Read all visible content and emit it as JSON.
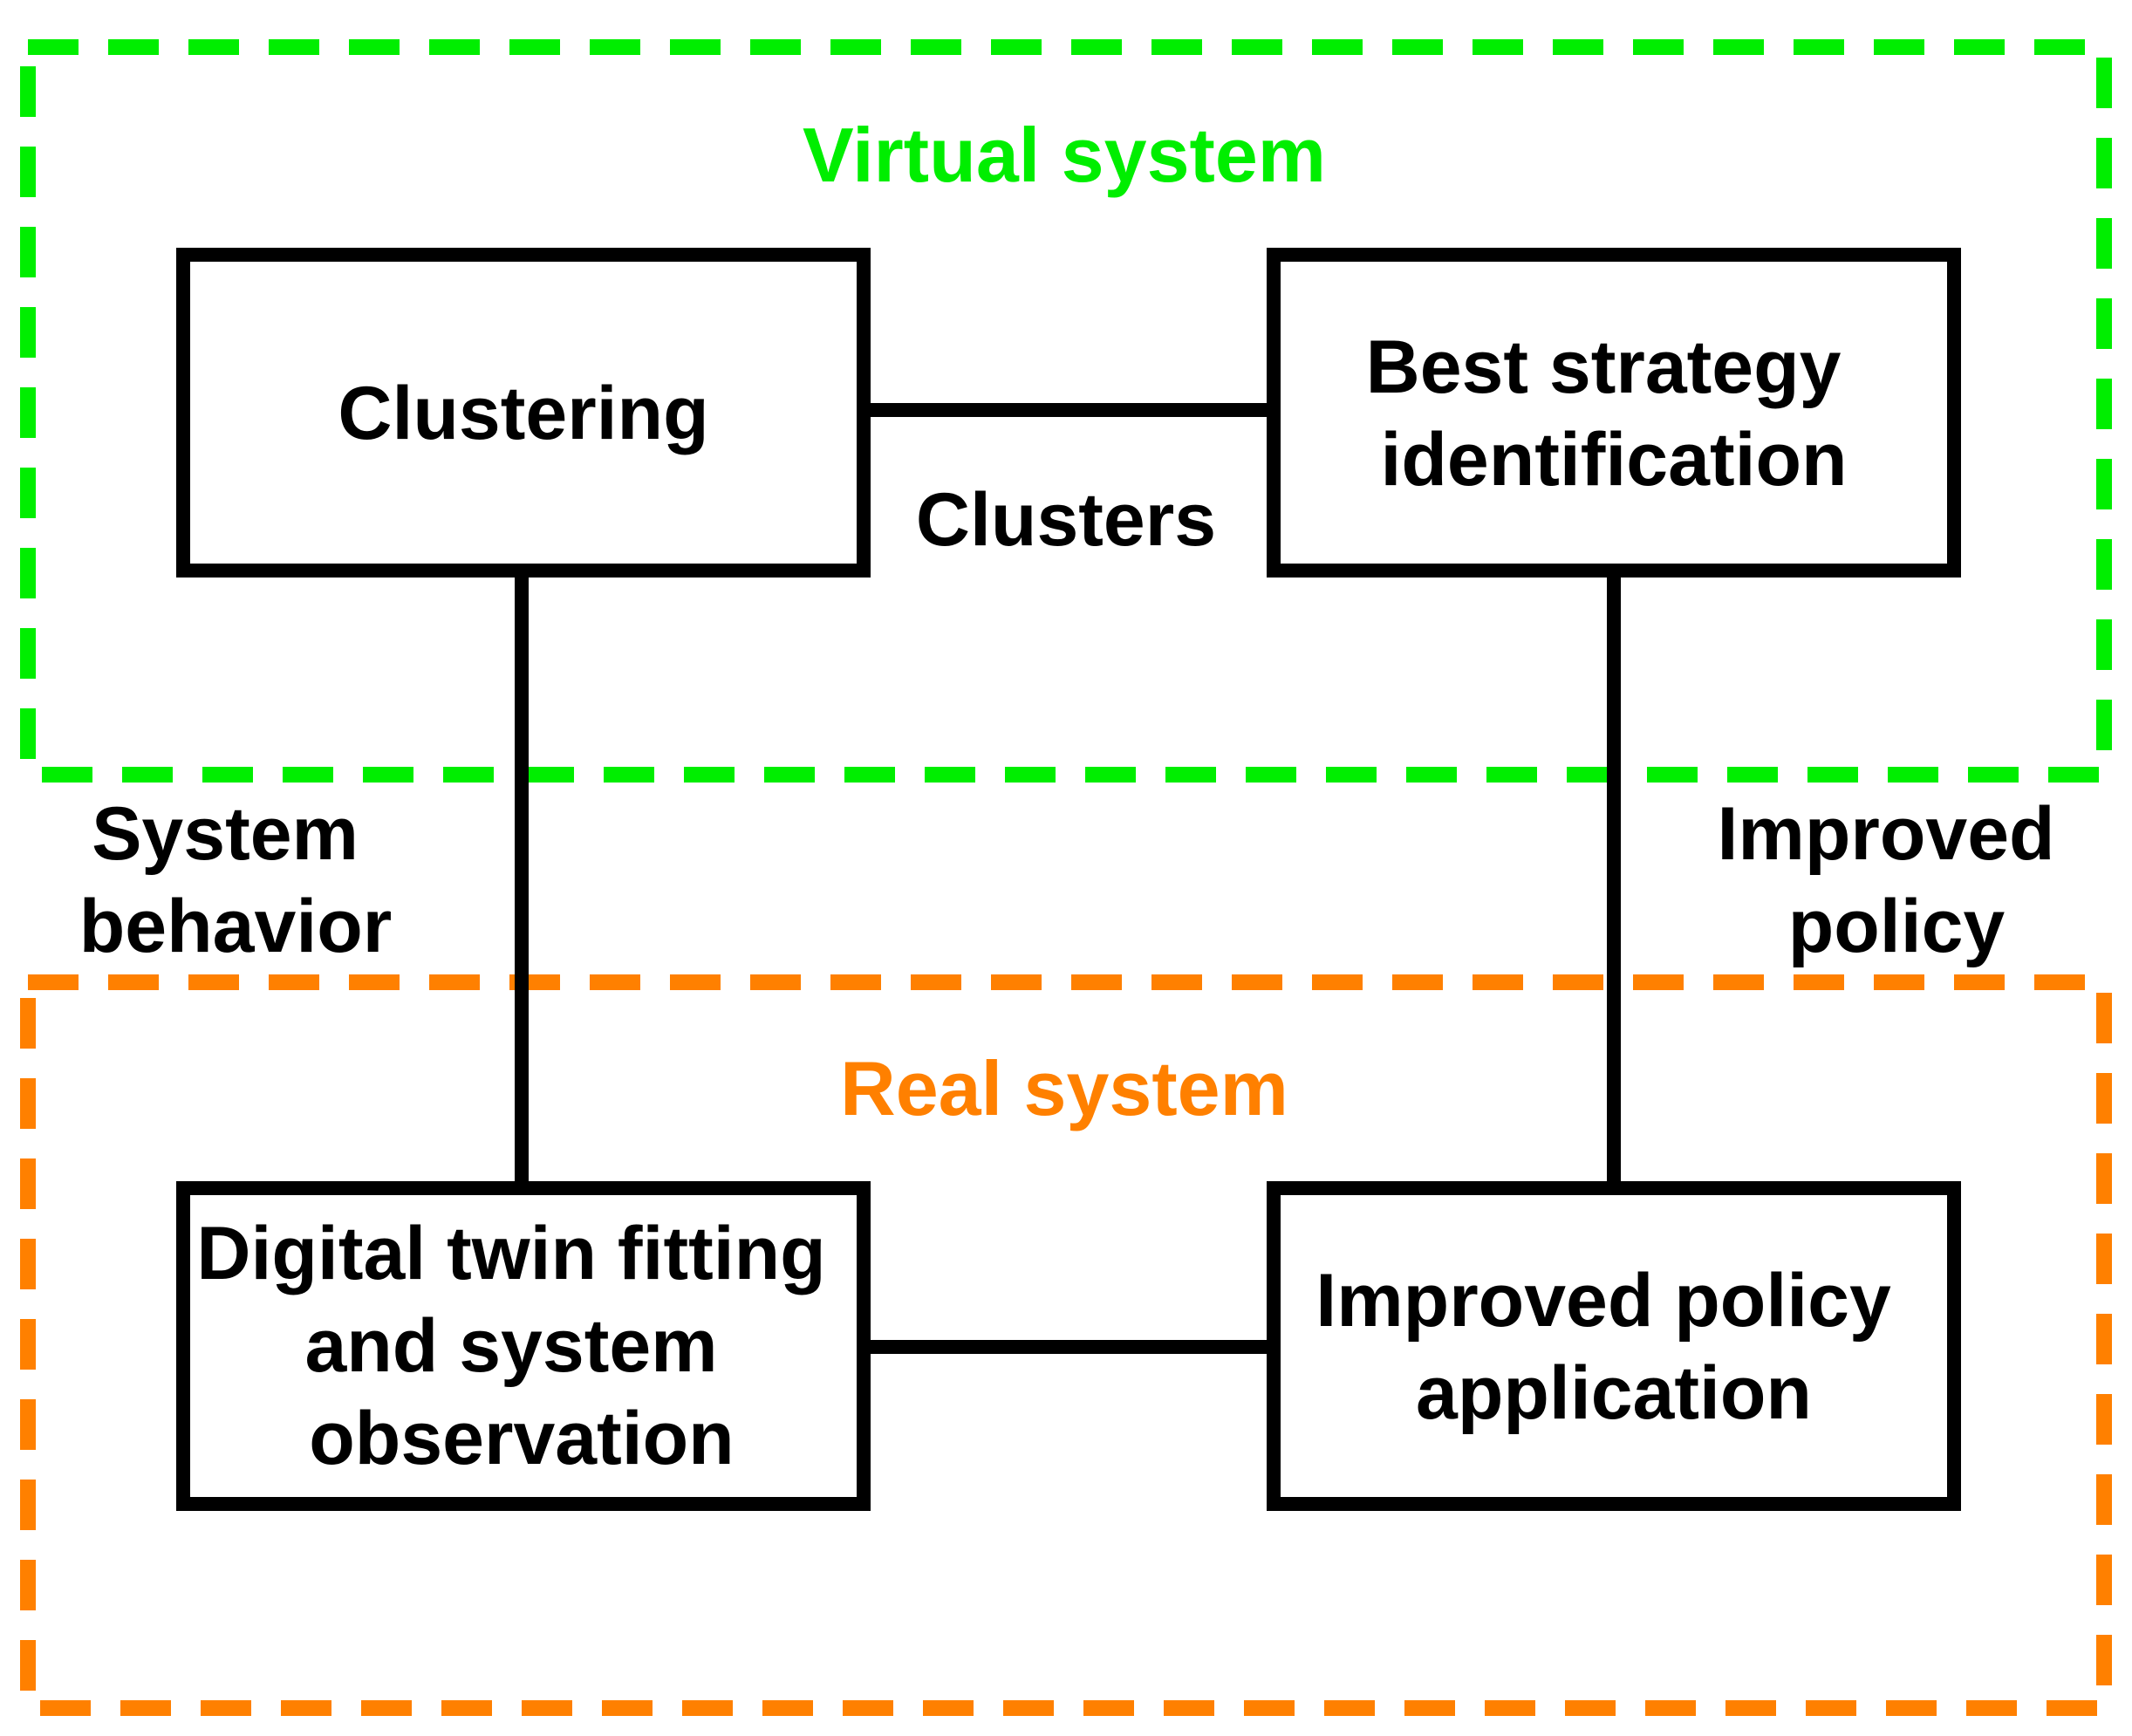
{
  "colors": {
    "virtual_system": "#00ee00",
    "real_system": "#ff8000",
    "box_stroke": "#000000",
    "text": "#000000",
    "background": "#ffffff"
  },
  "regions": {
    "virtual": {
      "title": "Virtual system"
    },
    "real": {
      "title": "Real system"
    }
  },
  "nodes": {
    "clustering": {
      "lines": [
        "Clustering"
      ]
    },
    "best_strategy": {
      "lines": [
        "Best strategy",
        "identification"
      ]
    },
    "digital_twin": {
      "lines": [
        "Digital twin fitting",
        "and system",
        "observation"
      ]
    },
    "improved_application": {
      "lines": [
        "Improved policy",
        "application"
      ]
    }
  },
  "edges": {
    "clusters": {
      "lines": [
        "Clusters"
      ]
    },
    "improved_policy": {
      "lines": [
        "Improved",
        "policy"
      ]
    },
    "system_behavior": {
      "lines": [
        "System",
        "behavior"
      ]
    }
  }
}
